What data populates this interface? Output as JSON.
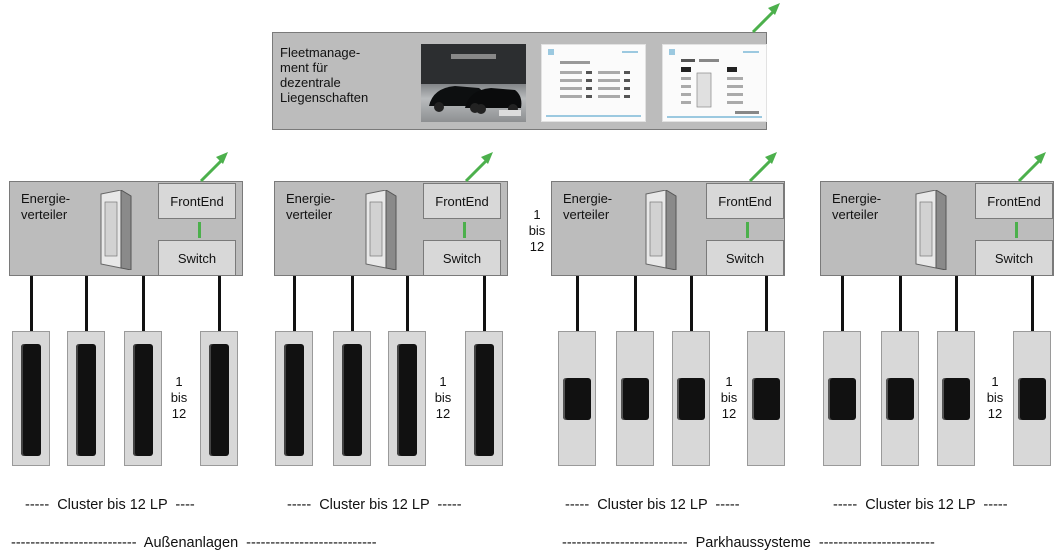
{
  "top_box": {
    "label": "Fleetmanage-\nment für\ndezentrale\nLiegenschaften"
  },
  "panels": [
    {
      "energy_label": "Energie-\nverteiler",
      "frontend_label": "FrontEnd",
      "switch_label": "Switch"
    },
    {
      "energy_label": "Energie-\nverteiler",
      "frontend_label": "FrontEnd",
      "switch_label": "Switch"
    },
    {
      "energy_label": "Energie-\nverteiler",
      "frontend_label": "FrontEnd",
      "switch_label": "Switch"
    },
    {
      "energy_label": "Energie-\nverteiler",
      "frontend_label": "FrontEnd",
      "switch_label": "Switch"
    }
  ],
  "range_labels": {
    "panels": "1\nbis\n12",
    "stations": [
      "1\nbis\n12",
      "1\nbis\n12",
      "1\nbis\n12",
      "1\nbis\n12"
    ]
  },
  "cluster_labels": [
    "-----  Cluster bis 12 LP  ----",
    "-----  Cluster bis 12 LP  -----",
    "-----  Cluster bis 12 LP  -----",
    "-----  Cluster bis 12 LP  -----"
  ],
  "group_labels": {
    "outdoor": "--------------------------  Außenanlagen  ---------------------------",
    "garage": "--------------------------  Parkhaussysteme  ------------------------"
  },
  "colors": {
    "link_green": "#4cb04c",
    "panel_gray": "#bcbcbc",
    "box_gray": "#d8d8d8"
  }
}
